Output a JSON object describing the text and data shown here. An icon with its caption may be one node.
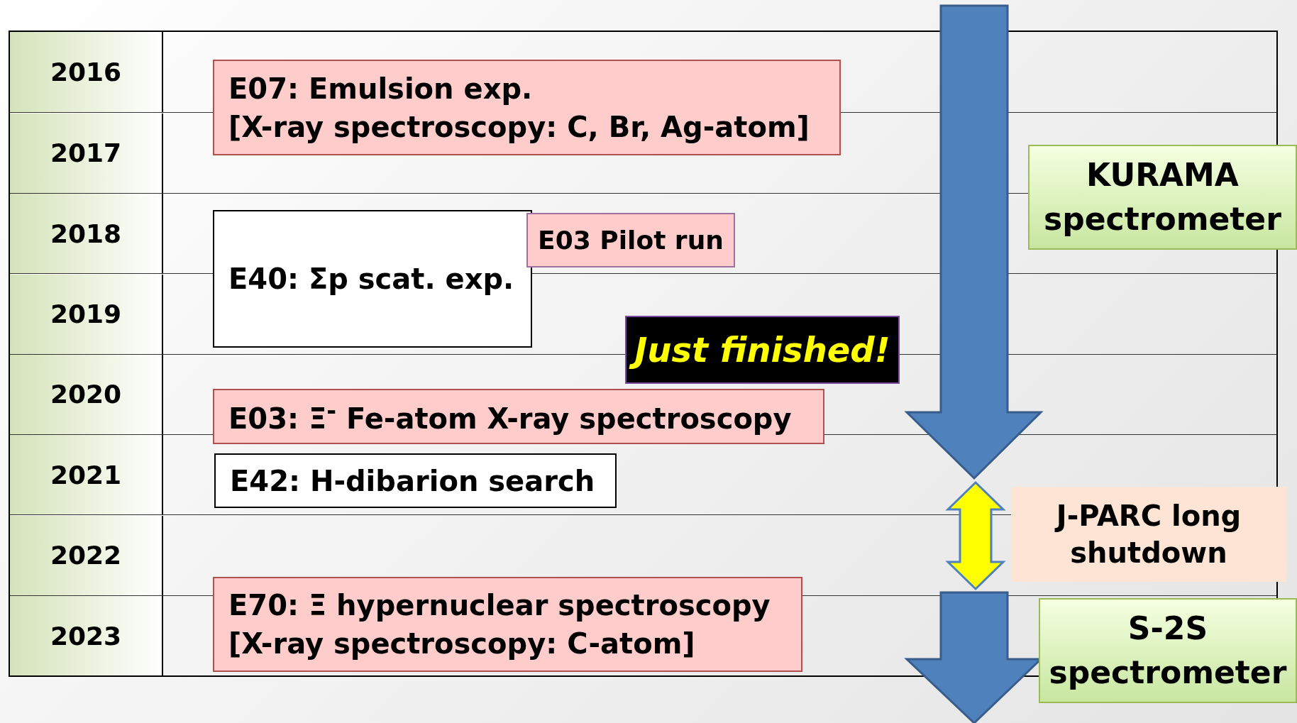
{
  "diagram": {
    "nodes": [
      {
        "text": [
          "E07: Emulsion exp.",
          "[X-ray spectroscopy: C, Br, Ag-atom]"
        ]
      },
      {
        "text": [
          "E40: Σp scat. exp."
        ]
      },
      {
        "text": [
          "E03 Pilot run"
        ]
      },
      {
        "text": [
          "Just finished!"
        ]
      },
      {
        "text": [
          "E03: Ξ$^{-}$ Fe-atom X-ray spectroscopy"
        ]
      },
      {
        "text": [
          "E42: H-dibarion search"
        ]
      },
      {
        "text": [
          "E70: Ξ hypernuclear spectroscopy",
          "[X-ray spectroscopy: C-atom]"
        ]
      },
      {
        "text": [
          "KURAMA spectrometer"
        ]
      },
      {
        "text": [
          "J-PARC long shutdown"
        ]
      },
      {
        "text": [
          "S-2S spectrometer"
        ]
      }
    ],
    "edges": [],
    "labels": [
      "2016",
      "2017",
      "2018",
      "2019",
      "2020",
      "2021",
      "2022",
      "2023"
    ]
  }
}
